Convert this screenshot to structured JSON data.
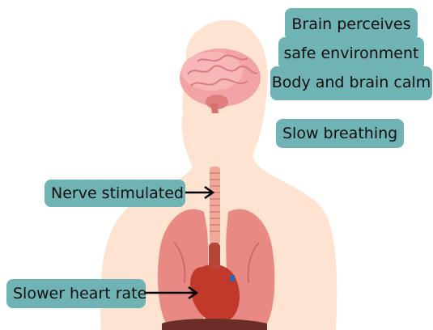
{
  "labels": {
    "brain_line1": "Brain perceives",
    "brain_line2": "safe environment",
    "brain_line3": "Body and brain calm",
    "slow_breathing": "Slow breathing",
    "nerve_stimulated": "Nerve stimulated",
    "slower_heart_rate": "Slower heart rate"
  },
  "colors": {
    "label_bg": "#6fb3b4",
    "body_silhouette": "#fde3d0",
    "lung": "#e88a83",
    "heart": "#c0392b",
    "brain": "#f2a3a3",
    "trachea": "#f1a89c"
  }
}
